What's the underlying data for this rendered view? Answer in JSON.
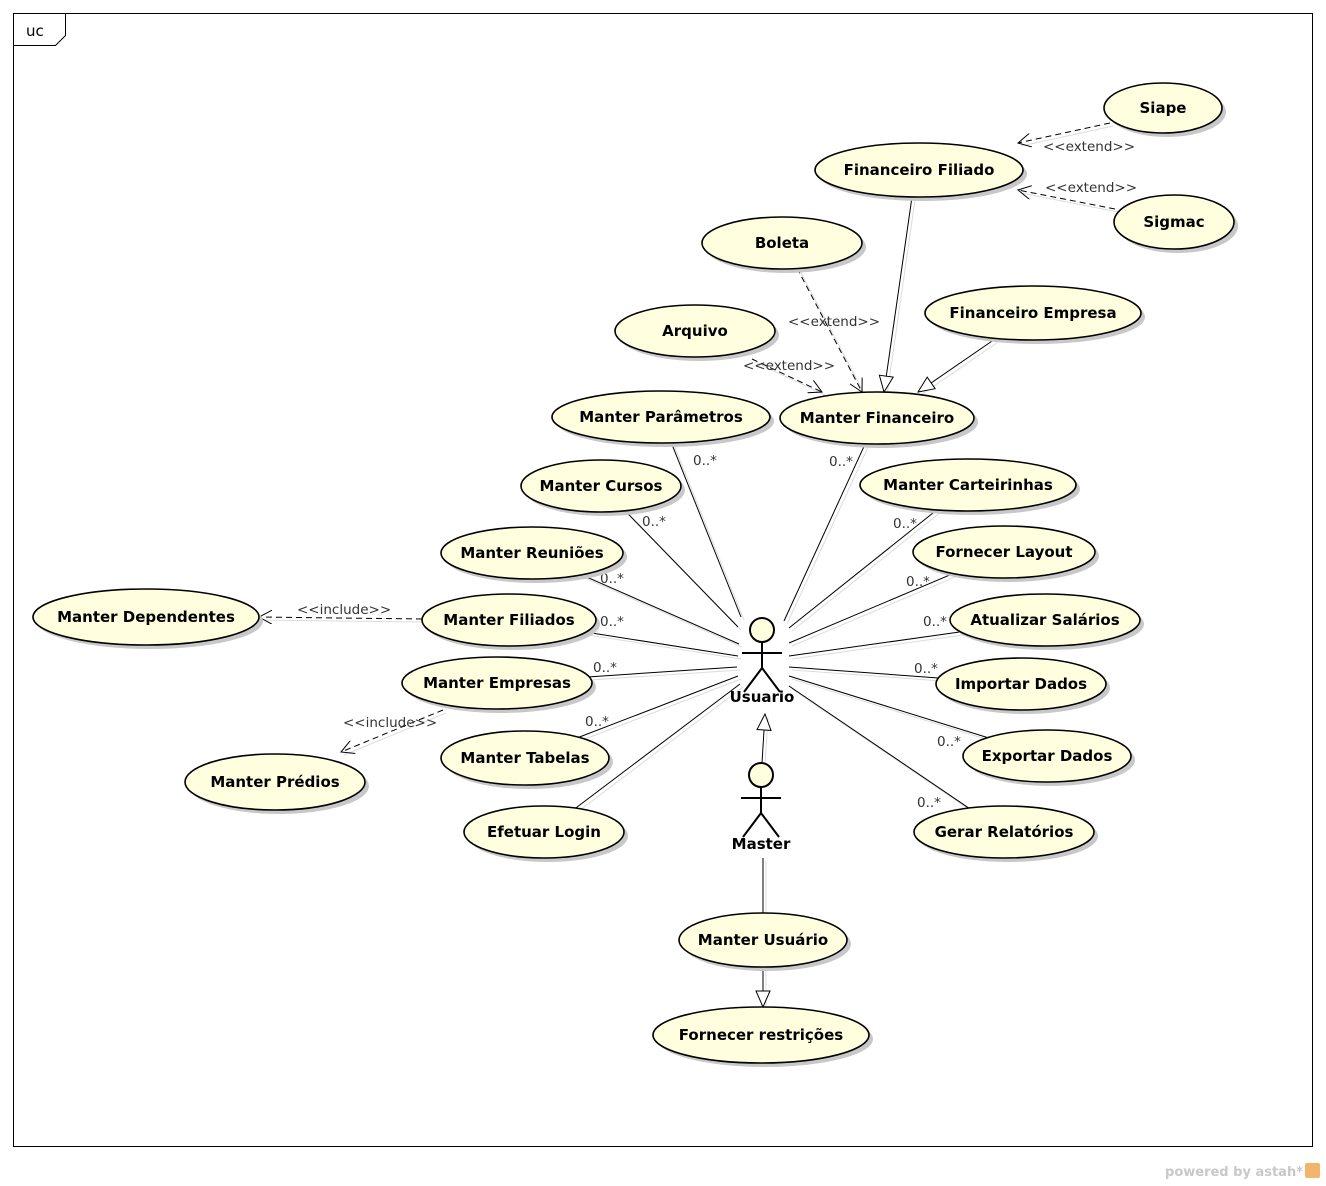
{
  "frame": {
    "label": "uc"
  },
  "actors": [
    {
      "id": "usuario",
      "name": "Usuario"
    },
    {
      "id": "master",
      "name": "Master"
    }
  ],
  "use_cases": [
    {
      "id": "siape",
      "label": "Siape"
    },
    {
      "id": "sigmac",
      "label": "Sigmac"
    },
    {
      "id": "fin_filiado",
      "label": "Financeiro Filiado"
    },
    {
      "id": "boleta",
      "label": "Boleta"
    },
    {
      "id": "fin_empresa",
      "label": "Financeiro Empresa"
    },
    {
      "id": "arquivo",
      "label": "Arquivo"
    },
    {
      "id": "m_parametros",
      "label": "Manter Parâmetros"
    },
    {
      "id": "m_financeiro",
      "label": "Manter Financeiro"
    },
    {
      "id": "m_cursos",
      "label": "Manter Cursos"
    },
    {
      "id": "m_carteirinhas",
      "label": "Manter Carteirinhas"
    },
    {
      "id": "m_reunioes",
      "label": "Manter Reuniões"
    },
    {
      "id": "f_layout",
      "label": "Fornecer Layout"
    },
    {
      "id": "m_dependentes",
      "label": "Manter Dependentes"
    },
    {
      "id": "m_filiados",
      "label": "Manter Filiados"
    },
    {
      "id": "at_salarios",
      "label": "Atualizar Salários"
    },
    {
      "id": "m_empresas",
      "label": "Manter Empresas"
    },
    {
      "id": "imp_dados",
      "label": "Importar Dados"
    },
    {
      "id": "m_predios",
      "label": "Manter Prédios"
    },
    {
      "id": "m_tabelas",
      "label": "Manter Tabelas"
    },
    {
      "id": "exp_dados",
      "label": "Exportar Dados"
    },
    {
      "id": "ef_login",
      "label": "Efetuar Login"
    },
    {
      "id": "g_relatorios",
      "label": "Gerar Relatórios"
    },
    {
      "id": "m_usuario",
      "label": "Manter Usuário"
    },
    {
      "id": "f_restricoes",
      "label": "Fornecer restrições"
    }
  ],
  "relations": [
    {
      "type": "extend",
      "from": "siape",
      "to": "fin_filiado",
      "label": "<<extend>>"
    },
    {
      "type": "extend",
      "from": "sigmac",
      "to": "fin_filiado",
      "label": "<<extend>>"
    },
    {
      "type": "extend",
      "from": "boleta",
      "to": "m_financeiro",
      "label": "<<extend>>"
    },
    {
      "type": "extend",
      "from": "arquivo",
      "to": "m_financeiro",
      "label": "<<extend>>"
    },
    {
      "type": "include",
      "from": "m_filiados",
      "to": "m_dependentes",
      "label": "<<include>>"
    },
    {
      "type": "include",
      "from": "m_empresas",
      "to": "m_predios",
      "label": "<<include>>"
    },
    {
      "type": "generalization",
      "from": "fin_filiado",
      "to": "m_financeiro"
    },
    {
      "type": "generalization",
      "from": "fin_empresa",
      "to": "m_financeiro"
    },
    {
      "type": "generalization",
      "from": "master",
      "to": "usuario"
    },
    {
      "type": "generalization",
      "from": "m_usuario",
      "to": "f_restricoes"
    },
    {
      "type": "association",
      "from": "master",
      "to": "m_usuario"
    },
    {
      "type": "association",
      "from": "usuario",
      "to": "m_parametros",
      "multiplicity": "0..*"
    },
    {
      "type": "association",
      "from": "usuario",
      "to": "m_financeiro",
      "multiplicity": "0..*"
    },
    {
      "type": "association",
      "from": "usuario",
      "to": "m_cursos",
      "multiplicity": "0..*"
    },
    {
      "type": "association",
      "from": "usuario",
      "to": "m_carteirinhas",
      "multiplicity": "0..*"
    },
    {
      "type": "association",
      "from": "usuario",
      "to": "m_reunioes",
      "multiplicity": "0..*"
    },
    {
      "type": "association",
      "from": "usuario",
      "to": "f_layout",
      "multiplicity": "0..*"
    },
    {
      "type": "association",
      "from": "usuario",
      "to": "m_filiados",
      "multiplicity": "0..*"
    },
    {
      "type": "association",
      "from": "usuario",
      "to": "at_salarios",
      "multiplicity": "0..*"
    },
    {
      "type": "association",
      "from": "usuario",
      "to": "m_empresas",
      "multiplicity": "0..*"
    },
    {
      "type": "association",
      "from": "usuario",
      "to": "imp_dados",
      "multiplicity": "0..*"
    },
    {
      "type": "association",
      "from": "usuario",
      "to": "m_tabelas",
      "multiplicity": "0..*"
    },
    {
      "type": "association",
      "from": "usuario",
      "to": "exp_dados",
      "multiplicity": "0..*"
    },
    {
      "type": "association",
      "from": "usuario",
      "to": "ef_login"
    },
    {
      "type": "association",
      "from": "usuario",
      "to": "g_relatorios",
      "multiplicity": "0..*"
    }
  ],
  "watermark": "powered by astah*",
  "colors": {
    "usecase_fill": "#ffffe0",
    "stroke": "#000000",
    "shadow": "#c8c8c8"
  }
}
